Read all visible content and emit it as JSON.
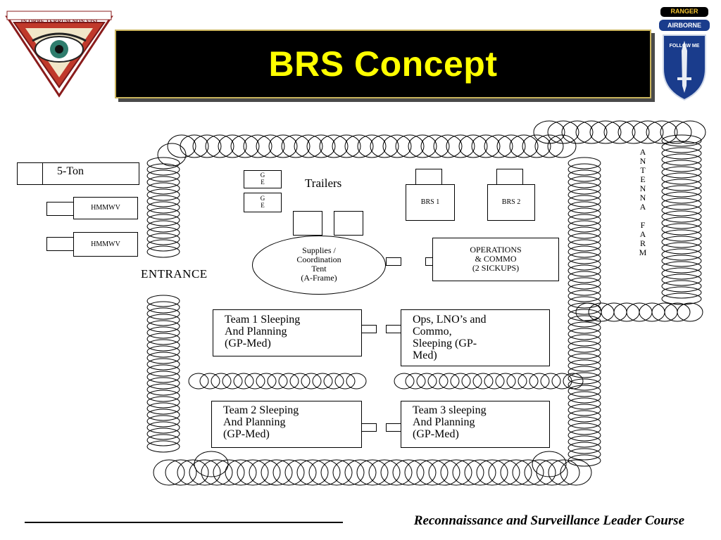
{
  "title": "BRS Concept",
  "footer": "Reconnaissance and Surveillance Leader Course",
  "left_logo": {
    "motto": "IN ORBE TERRUM NON VISI"
  },
  "right_logo": {
    "tab1": "RANGER",
    "tab2": "AIRBORNE",
    "motto": "FOLLOW ME"
  },
  "vehicles": {
    "five_ton": "5-Ton",
    "hmmwv1": "HMMWV",
    "hmmwv2": "HMMWV"
  },
  "generators": {
    "ge1_line1": "G",
    "ge1_line2": "E",
    "ge2_line1": "G",
    "ge2_line2": "E"
  },
  "trailers": "Trailers",
  "brs": {
    "brs1": "BRS 1",
    "brs2": "BRS 2"
  },
  "entrance": "ENTRANCE",
  "antenna_farm": [
    "A",
    "N",
    "T",
    "E",
    "N",
    "N",
    "A",
    "",
    "F",
    "A",
    "R",
    "M"
  ],
  "supplies_tent": [
    "Supplies /",
    "Coordination",
    "Tent",
    "(A-Frame)"
  ],
  "operations": [
    "OPERATIONS",
    "& COMMO",
    "(2 SICKUPS)"
  ],
  "team1": [
    "Team 1 Sleeping",
    "And Planning",
    "(GP-Med)"
  ],
  "ops_lno": [
    "Ops, LNO’s and",
    "Commo,",
    "Sleeping (GP-",
    "Med)"
  ],
  "team2": [
    "Team 2 Sleeping",
    "And Planning",
    "(GP-Med)"
  ],
  "team3": [
    "Team 3 sleeping",
    "And Planning",
    "(GP-Med)"
  ]
}
